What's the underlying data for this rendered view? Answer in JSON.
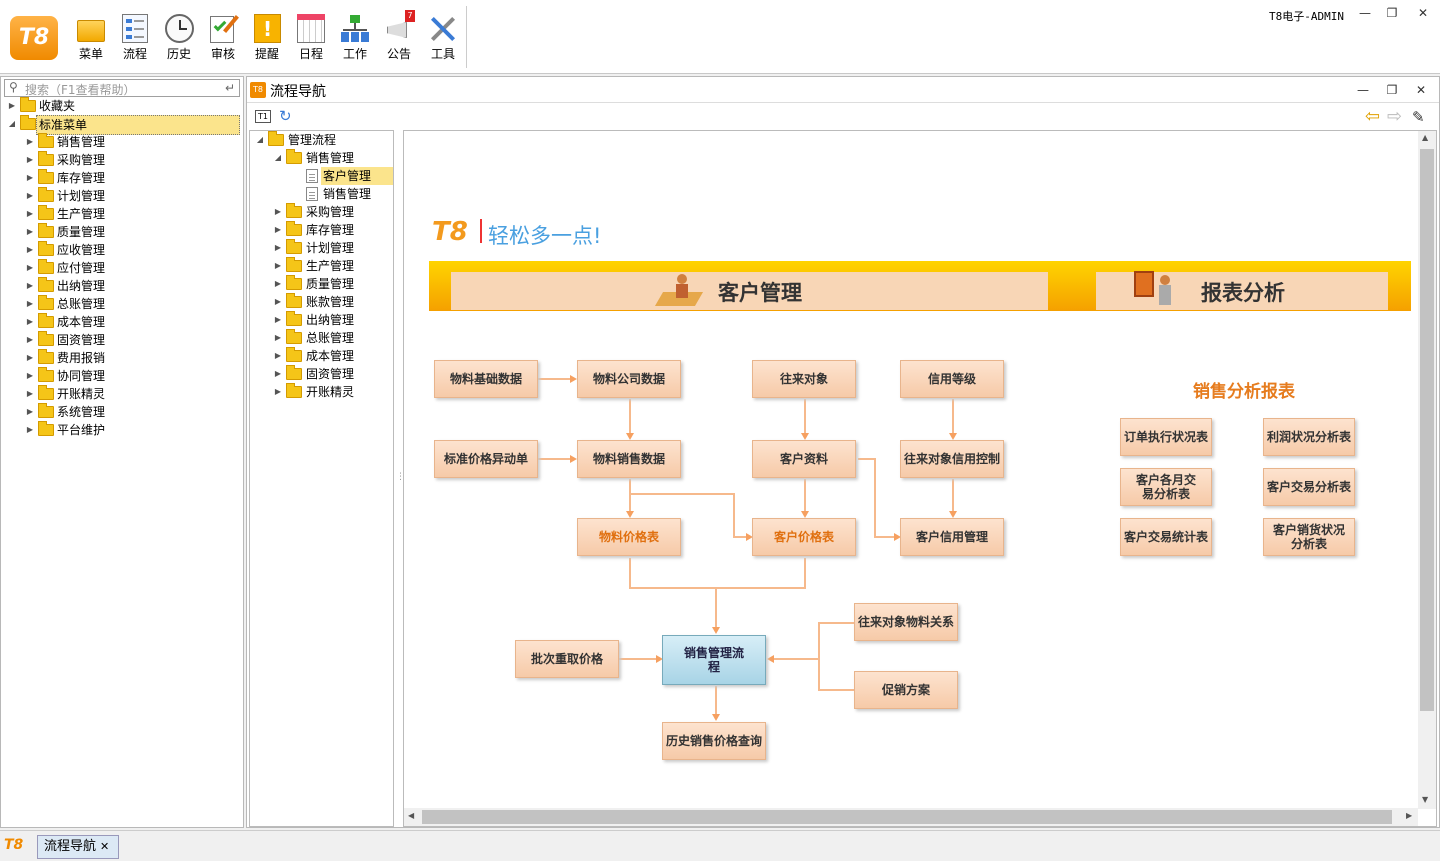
{
  "toolbar": {
    "items": [
      {
        "label": "菜单",
        "icon": "folder-menu-icon"
      },
      {
        "label": "流程",
        "icon": "flow-icon"
      },
      {
        "label": "历史",
        "icon": "clock-icon"
      },
      {
        "label": "审核",
        "icon": "audit-icon"
      },
      {
        "label": "提醒",
        "icon": "reminder-icon"
      },
      {
        "label": "日程",
        "icon": "calendar-icon"
      },
      {
        "label": "工作",
        "icon": "work-icon"
      },
      {
        "label": "公告",
        "icon": "announcement-icon",
        "badge": "7"
      },
      {
        "label": "工具",
        "icon": "tools-icon"
      }
    ],
    "logo": "T8",
    "user": "T8电子-ADMIN"
  },
  "left": {
    "search_placeholder": "搜索（F1查看帮助）",
    "favorites": "收藏夹",
    "standard_menu": "标准菜单",
    "items": [
      "销售管理",
      "采购管理",
      "库存管理",
      "计划管理",
      "生产管理",
      "质量管理",
      "应收管理",
      "应付管理",
      "出纳管理",
      "总账管理",
      "成本管理",
      "固资管理",
      "费用报销",
      "协同管理",
      "开账精灵",
      "系统管理",
      "平台维护"
    ]
  },
  "main": {
    "title": "流程导航",
    "tree": {
      "root": "管理流程",
      "sales": "销售管理",
      "sales_children": [
        "客户管理",
        "销售管理"
      ],
      "others": [
        "采购管理",
        "库存管理",
        "计划管理",
        "生产管理",
        "质量管理",
        "账款管理",
        "出纳管理",
        "总账管理",
        "成本管理",
        "固资管理",
        "开账精灵"
      ]
    }
  },
  "flow": {
    "slogan_brand": "T8",
    "slogan": "轻松多一点!",
    "banner_left": "客户管理",
    "banner_right": "报表分析",
    "boxes": {
      "wl_basic": "物料基础数据",
      "wl_company": "物料公司数据",
      "wanglai": "往来对象",
      "credit_level": "信用等级",
      "std_price": "标准价格异动单",
      "wl_sales": "物料销售数据",
      "customer": "客户资料",
      "credit_ctrl": "往来对象信用控制",
      "wl_price": "物料价格表",
      "cust_price": "客户价格表",
      "cust_credit": "客户信用管理",
      "batch": "批次重取价格",
      "sales_flow": "销售管理流程",
      "relation": "往来对象物料关系",
      "promo": "促销方案",
      "history": "历史销售价格查询"
    },
    "report_title": "销售分析报表",
    "reports": [
      "订单执行状况表",
      "利润状况分析表",
      "客户各月交易分析表",
      "客户交易分析表",
      "客户交易统计表",
      "客户销货状况分析表"
    ]
  },
  "bottom": {
    "logo": "T8",
    "tab": "流程导航"
  }
}
